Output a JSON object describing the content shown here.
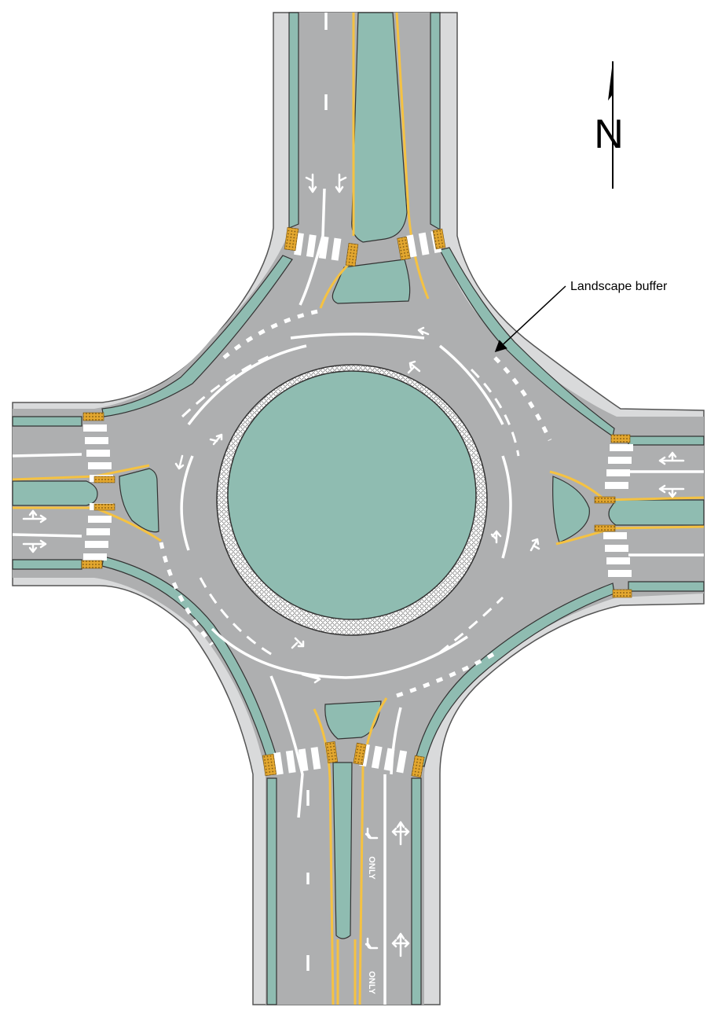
{
  "annotations": {
    "landscape_buffer": "Landscape buffer"
  },
  "north_arrow": {
    "letter": "N"
  },
  "lane_marking_text": {
    "south_only_1": "ONLY",
    "south_only_2": "ONLY"
  },
  "colors": {
    "pavement": "#aeafb0",
    "sidewalk": "#d9dadb",
    "landscape": "#8fbcb1",
    "yellow_line": "#f5c242",
    "white_line": "#ffffff",
    "detectable_warning": "#e3a72f",
    "truck_apron": "#ffffff"
  },
  "icons": [
    "north-arrow-icon",
    "lane-arrow-icon",
    "leader-arrow-icon"
  ]
}
